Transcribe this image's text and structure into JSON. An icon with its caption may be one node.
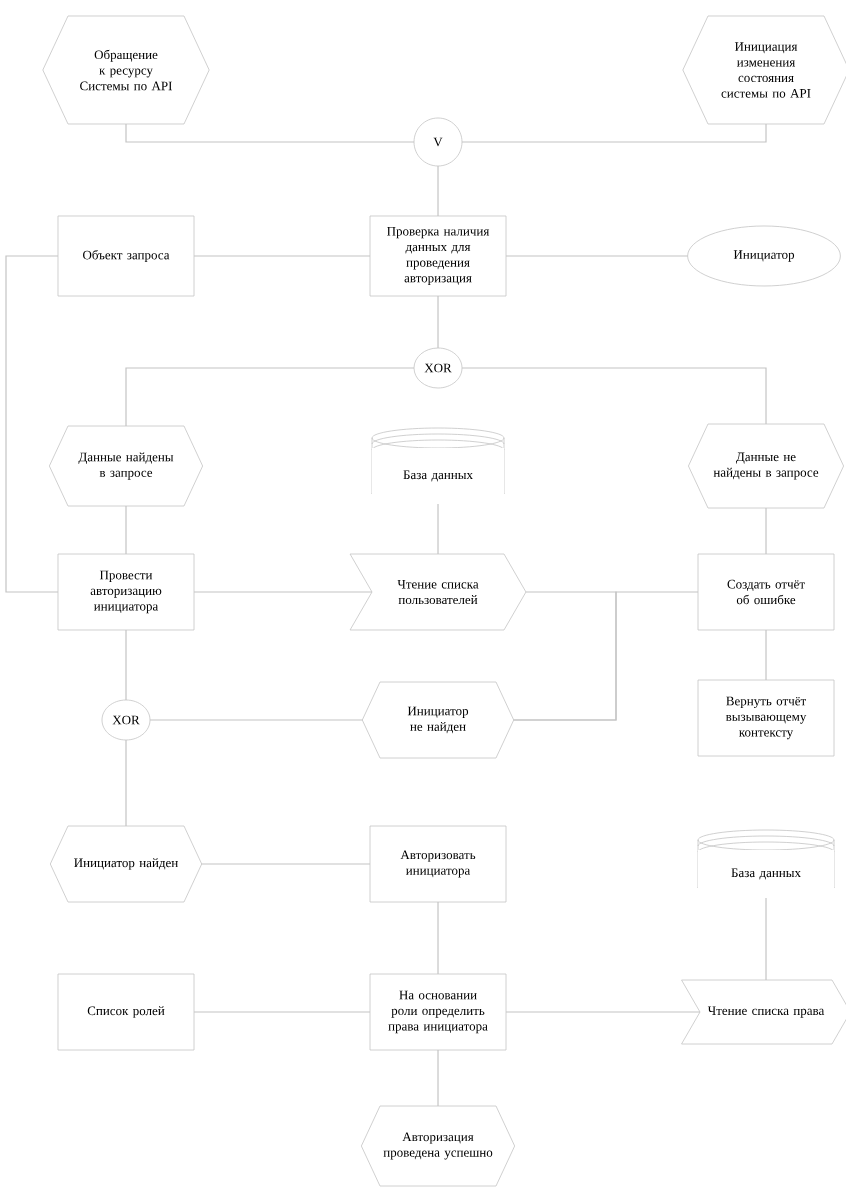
{
  "diagram": {
    "nodes": [
      {
        "text": [
          "Обращение к ресурсу Системы по API"
        ]
      },
      {
        "text": [
          "Инициация изменения состояния системы по API"
        ]
      },
      {
        "text": [
          "V"
        ]
      },
      {
        "text": [
          "Проверка наличия данных для проведения авторизация"
        ]
      },
      {
        "text": [
          "Объект запроса"
        ]
      },
      {
        "text": [
          "Инициатор"
        ]
      },
      {
        "text": [
          "XOR"
        ]
      },
      {
        "text": [
          "Данные найдены в запросе"
        ]
      },
      {
        "text": [
          "База данных"
        ]
      },
      {
        "text": [
          "Данные не найдены в запросе"
        ]
      },
      {
        "text": [
          "Провести авторизацию инициатора"
        ]
      },
      {
        "text": [
          "Чтение списка пользователей"
        ]
      },
      {
        "text": [
          "Создать отчёт об ошибке"
        ]
      },
      {
        "text": [
          "XOR"
        ]
      },
      {
        "text": [
          "Инициатор не найден"
        ]
      },
      {
        "text": [
          "Вернуть отчёт вызывающему контексту"
        ]
      },
      {
        "text": [
          "Инициатор найден"
        ]
      },
      {
        "text": [
          "Авторизовать инициатора"
        ]
      },
      {
        "text": [
          "База данных"
        ]
      },
      {
        "text": [
          "Список ролей"
        ]
      },
      {
        "text": [
          "На основании роли определить права инициатора"
        ]
      },
      {
        "text": [
          "Чтение списка права"
        ]
      },
      {
        "text": [
          "Авторизация проведена успешно"
        ]
      }
    ],
    "edges": [
      {
        "from": 0,
        "to": 2,
        "arrow": "none"
      },
      {
        "from": 1,
        "to": 2,
        "arrow": "none"
      },
      {
        "from": 2,
        "to": 3,
        "arrow": "none"
      },
      {
        "from": 4,
        "to": 3,
        "arrow": "none"
      },
      {
        "from": 3,
        "to": 5,
        "arrow": "none"
      },
      {
        "from": 3,
        "to": 6,
        "arrow": "none"
      },
      {
        "from": 6,
        "to": 7,
        "arrow": "none"
      },
      {
        "from": 6,
        "to": 9,
        "arrow": "none"
      },
      {
        "from": 7,
        "to": 10,
        "arrow": "none"
      },
      {
        "from": 4,
        "to": 10,
        "arrow": "none"
      },
      {
        "from": 10,
        "to": 11,
        "arrow": "none"
      },
      {
        "from": 8,
        "to": 11,
        "arrow": "none"
      },
      {
        "from": 9,
        "to": 12,
        "arrow": "none"
      },
      {
        "from": 11,
        "to": 14,
        "arrow": "none"
      },
      {
        "from": 14,
        "to": 12,
        "arrow": "none"
      },
      {
        "from": 12,
        "to": 15,
        "arrow": "none"
      },
      {
        "from": 10,
        "to": 13,
        "arrow": "none"
      },
      {
        "from": 13,
        "to": 14,
        "arrow": "none"
      },
      {
        "from": 13,
        "to": 16,
        "arrow": "none"
      },
      {
        "from": 16,
        "to": 17,
        "arrow": "none"
      },
      {
        "from": 17,
        "to": 20,
        "arrow": "none"
      },
      {
        "from": 19,
        "to": 20,
        "arrow": "none"
      },
      {
        "from": 20,
        "to": 21,
        "arrow": "none"
      },
      {
        "from": 18,
        "to": 21,
        "arrow": "none"
      },
      {
        "from": 20,
        "to": 22,
        "arrow": "none"
      }
    ]
  }
}
